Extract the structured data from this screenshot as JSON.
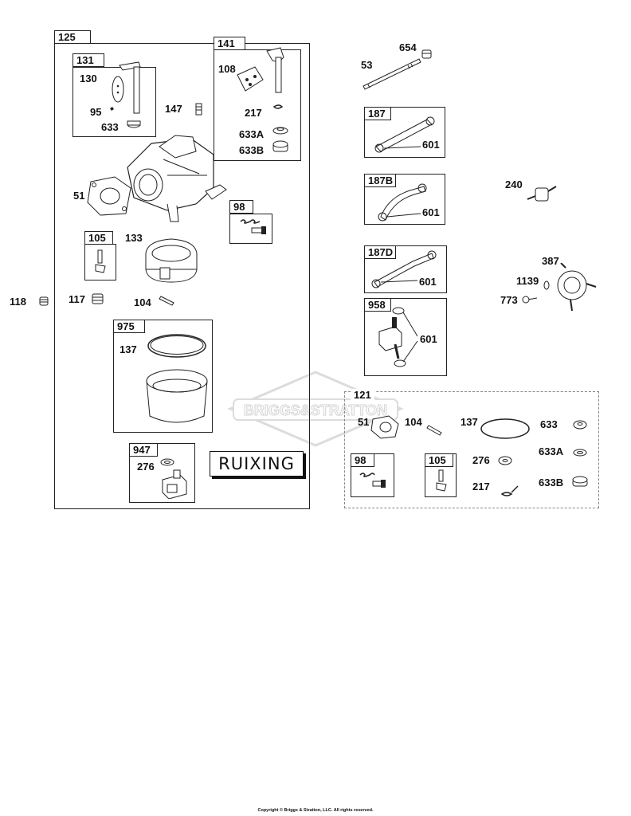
{
  "watermark": "BRIGGS&STRATTON",
  "stamp": "RUIXING",
  "footer": "Copyright © Briggs & Stratton, LLC. All rights reserved.",
  "colors": {
    "line": "#222222",
    "dashed": "#888888",
    "watermark": "#d8d8d8"
  },
  "groups": {
    "g125": "125",
    "g131": "131",
    "g141": "141",
    "g98a": "98",
    "g105a": "105",
    "g975": "975",
    "g947": "947",
    "g187": "187",
    "g187b": "187B",
    "g187d": "187D",
    "g958": "958",
    "g121": "121",
    "g98b": "98",
    "g105b": "105"
  },
  "labels": {
    "p130": "130",
    "p95": "95",
    "p633a": "633",
    "p147": "147",
    "p108": "108",
    "p217a": "217",
    "p633A": "633A",
    "p633B": "633B",
    "p51a": "51",
    "p98i": "",
    "p133": "133",
    "p118": "118",
    "p117": "117",
    "p104a": "104",
    "p137a": "137",
    "p276a": "276",
    "p654": "654",
    "p53": "53",
    "p601a": "601",
    "p601b": "601",
    "p601c": "601",
    "p601d": "601",
    "p240": "240",
    "p387": "387",
    "p1139": "1139",
    "p773": "773",
    "p51b": "51",
    "p104b": "104",
    "p137b": "137",
    "p633c": "633",
    "p276b": "276",
    "p633Ab": "633A",
    "p217b": "217",
    "p633Bb": "633B"
  }
}
